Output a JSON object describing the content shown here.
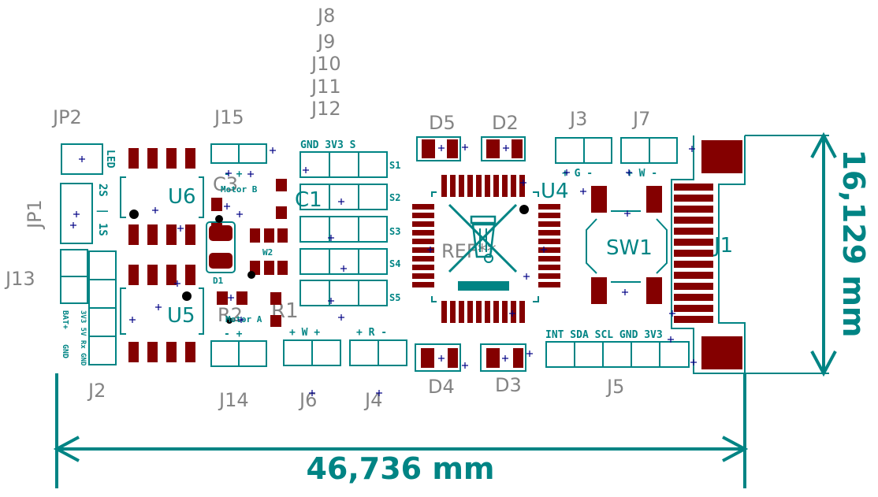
{
  "colors": {
    "silkscreen": "#008484",
    "pad": "#840000",
    "reference": "#848484",
    "marker": "#000084"
  },
  "dimensions": {
    "width_label": "46,736 mm",
    "height_label": "16,129 mm"
  },
  "references": {
    "J8": "J8",
    "J9": "J9",
    "J10": "J10",
    "J11": "J11",
    "J12": "J12",
    "JP2": "JP2",
    "J15": "J15",
    "D5": "D5",
    "D2": "D2",
    "J3": "J3",
    "J7": "J7",
    "JP1": "JP1",
    "J13": "J13",
    "U6": "U6",
    "C3": "C3",
    "C1": "C1",
    "U4": "U4",
    "REF": "REF**",
    "SW1": "SW1",
    "J1": "J1",
    "U5": "U5",
    "R2": "R2",
    "R1": "R1",
    "J2": "J2",
    "J14": "J14",
    "J6": "J6",
    "J4": "J4",
    "D4": "D4",
    "D3": "D3",
    "J5": "J5"
  },
  "silkscreen": {
    "led": "LED",
    "two_s": "2S",
    "bar": "|",
    "one_s": "1S",
    "motor_b": "Motor B",
    "motor_a": "Motor A",
    "w2": "W2",
    "d1": "D1",
    "servo_header": "GND 3V3  S",
    "s1": "S1",
    "s2": "S2",
    "s3": "S3",
    "s4": "S4",
    "s5": "S5",
    "j3_pins": "+ G -",
    "j7_pins": "+ W -",
    "j6_pins": "+ W +",
    "j4_pins": "+ R -",
    "minus_plus": "-  +",
    "i2c_header": "INT SDA SCL GND 3V3",
    "bat_plus": "BAT+",
    "gnd": "GND",
    "j2_pins": "3V3 5V Rx GND"
  }
}
